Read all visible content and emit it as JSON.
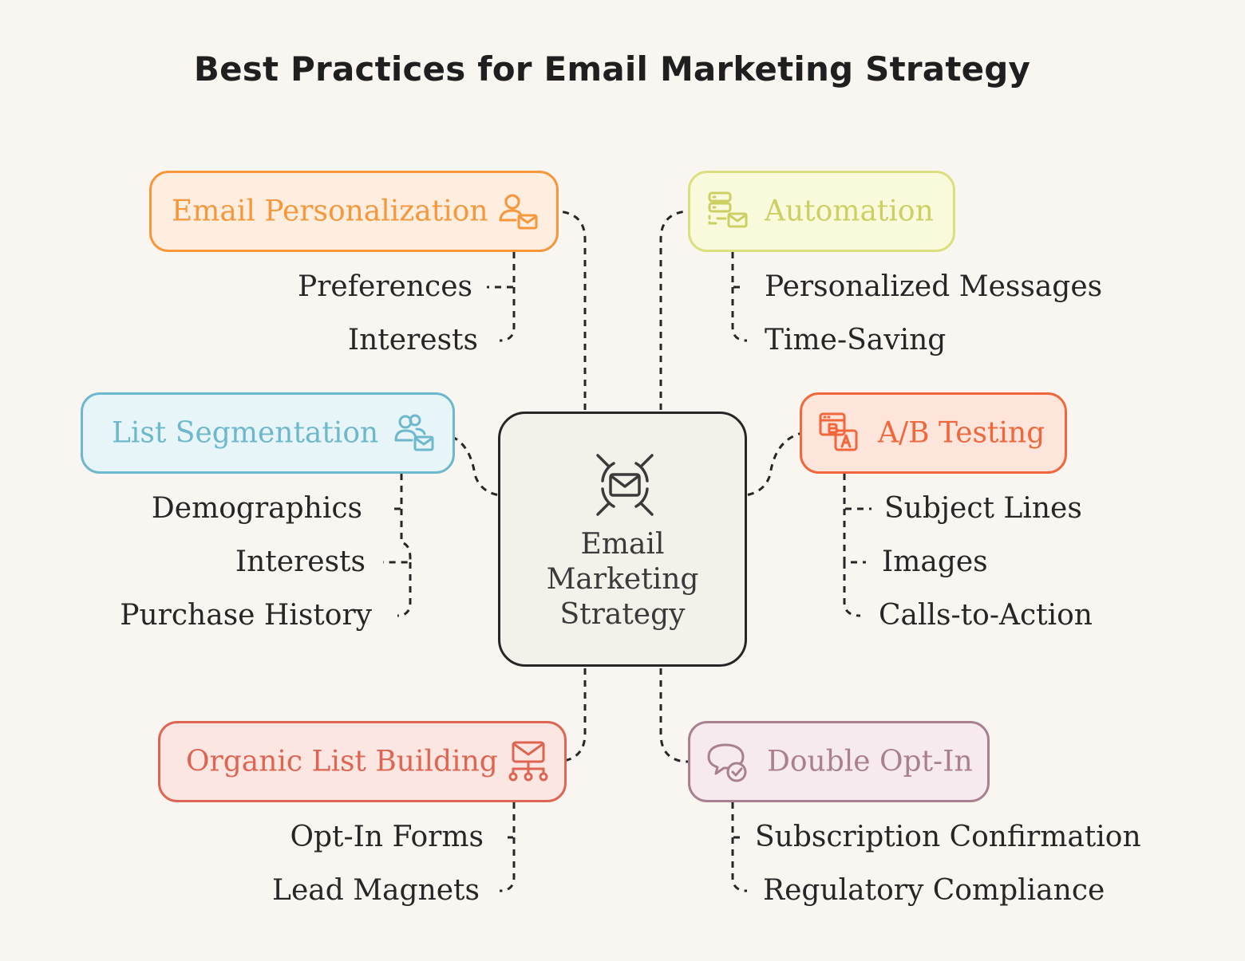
{
  "title": "Best Practices for Email Marketing Strategy",
  "center": {
    "lines": [
      "Email",
      "Marketing",
      "Strategy"
    ],
    "icon": "email-target-icon"
  },
  "branches": [
    {
      "key": "personalization",
      "label": "Email Personalization",
      "icon": "user-email-icon",
      "color": "#f7973a",
      "items": [
        "Preferences",
        "Interests"
      ]
    },
    {
      "key": "automation",
      "label": "Automation",
      "icon": "server-email-icon",
      "color": "#cccf62",
      "items": [
        "Personalized Messages",
        "Time-Saving"
      ]
    },
    {
      "key": "segmentation",
      "label": "List Segmentation",
      "icon": "group-email-icon",
      "color": "#6db8cc",
      "items": [
        "Demographics",
        "Interests",
        "Purchase History"
      ]
    },
    {
      "key": "abtesting",
      "label": "A/B Testing",
      "icon": "ab-test-icon",
      "color": "#f1663a",
      "items": [
        "Subject Lines",
        "Images",
        "Calls-to-Action"
      ]
    },
    {
      "key": "organic",
      "label": "Organic List Building",
      "icon": "email-network-icon",
      "color": "#de6552",
      "items": [
        "Opt-In Forms",
        "Lead Magnets"
      ]
    },
    {
      "key": "optin",
      "label": "Double Opt-In",
      "icon": "chat-check-icon",
      "color": "#a9808f",
      "items": [
        "Subscription Confirmation",
        "Regulatory Compliance"
      ]
    }
  ],
  "colors": {
    "background": "#f9f6f1",
    "connector": "#262626",
    "personalization_fill": "#fdeee0",
    "automation_fill": "#f9f9dc",
    "segmentation_fill": "#e7f5f8",
    "abtesting_fill": "#fde5dc",
    "organic_fill": "#fbe6e1",
    "optin_fill": "#f7eaee"
  }
}
